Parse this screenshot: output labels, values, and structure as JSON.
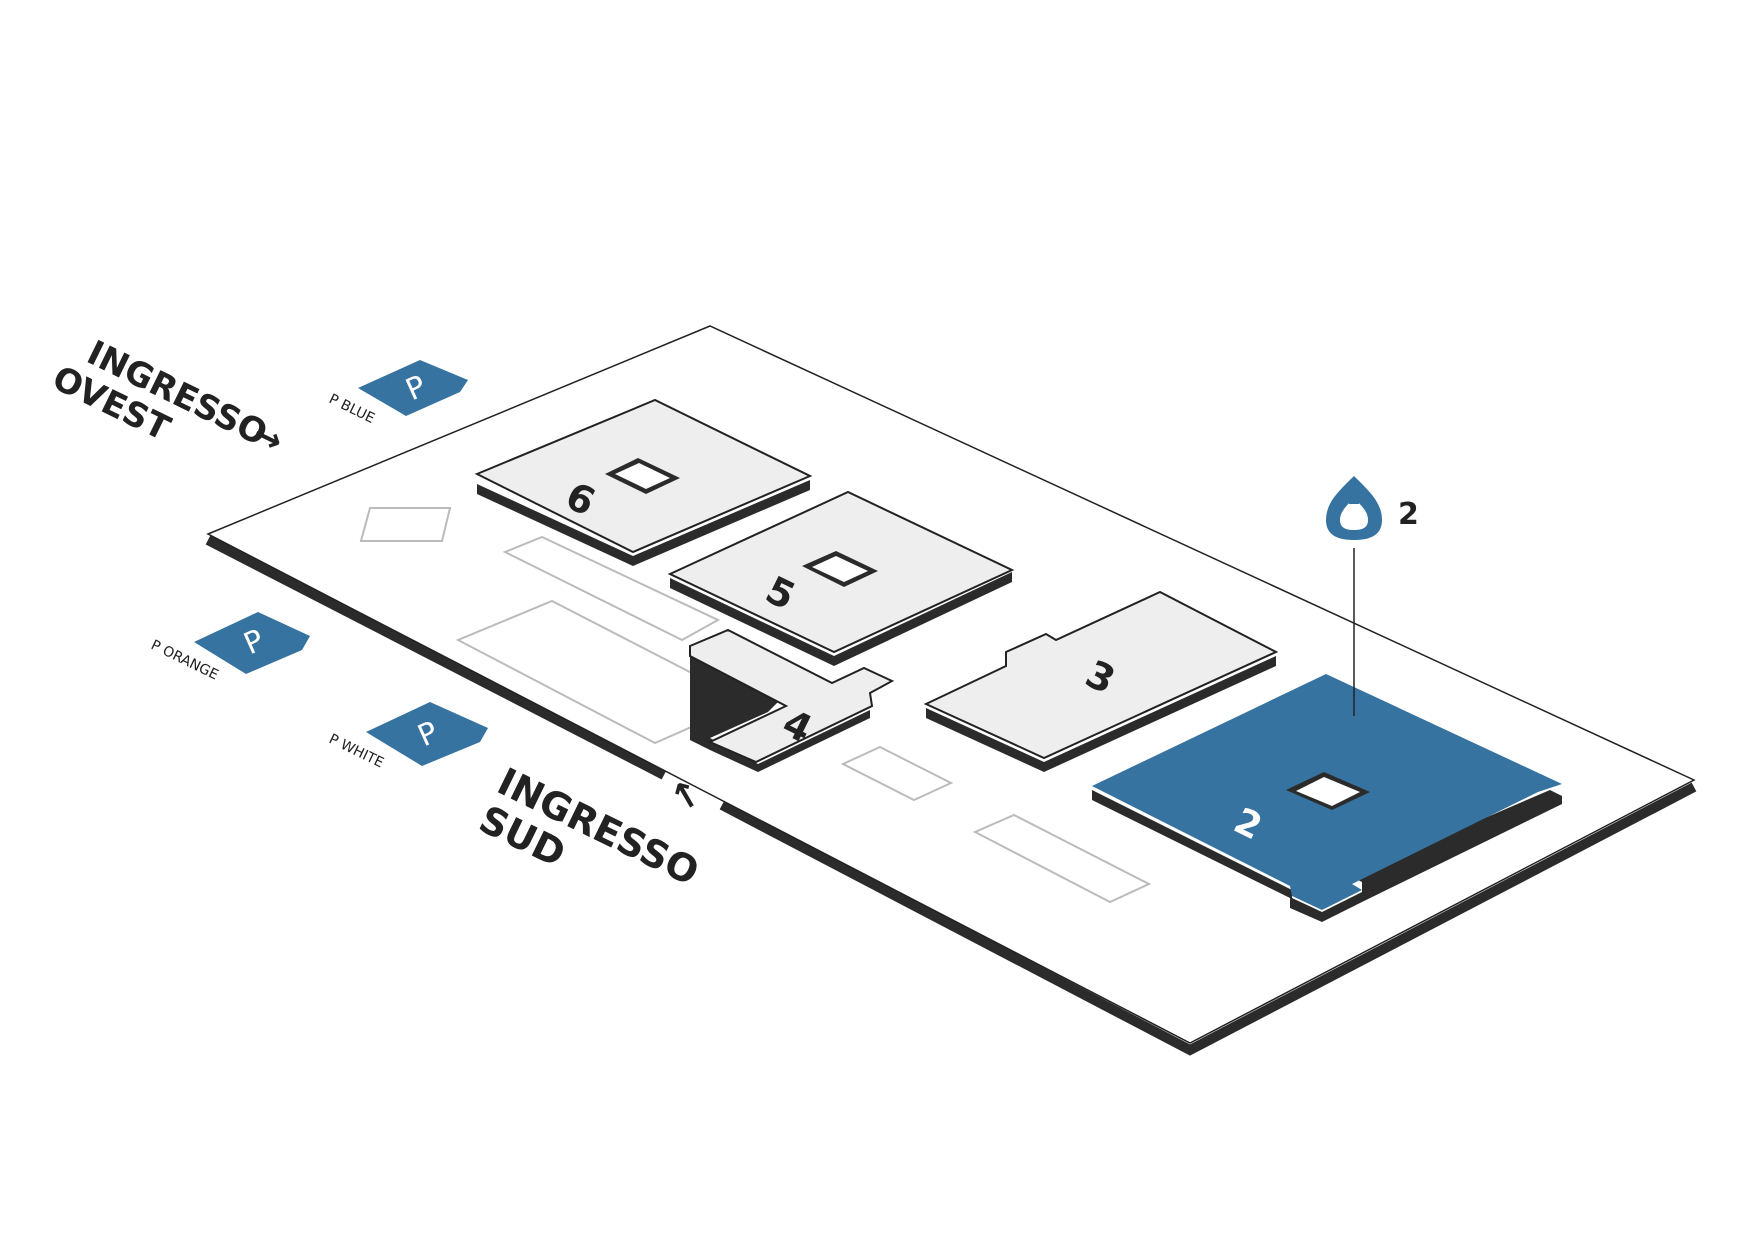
{
  "entrances": {
    "west": {
      "line1": "INGRESSO",
      "line2": "OVEST",
      "arrow": "→"
    },
    "south": {
      "line1": "INGRESSO",
      "line2": "SUD",
      "arrow": "↑"
    }
  },
  "parkings": [
    {
      "id": "blue",
      "label": "P BLUE",
      "icon": "P"
    },
    {
      "id": "orange",
      "label": "P ORANGE",
      "icon": "P"
    },
    {
      "id": "white",
      "label": "P WHITE",
      "icon": "P"
    }
  ],
  "halls": [
    {
      "number": "6",
      "highlighted": false
    },
    {
      "number": "5",
      "highlighted": false
    },
    {
      "number": "4",
      "highlighted": false
    },
    {
      "number": "3",
      "highlighted": false
    },
    {
      "number": "2",
      "highlighted": true
    }
  ],
  "marker": {
    "icon": "water-drop-icon",
    "label": "2"
  },
  "colors": {
    "accent": "#3673a0",
    "hall_fill": "#eeeeee",
    "shadow": "#2b2b2b",
    "outline": "#222222",
    "ghost": "#bbbbbb"
  }
}
